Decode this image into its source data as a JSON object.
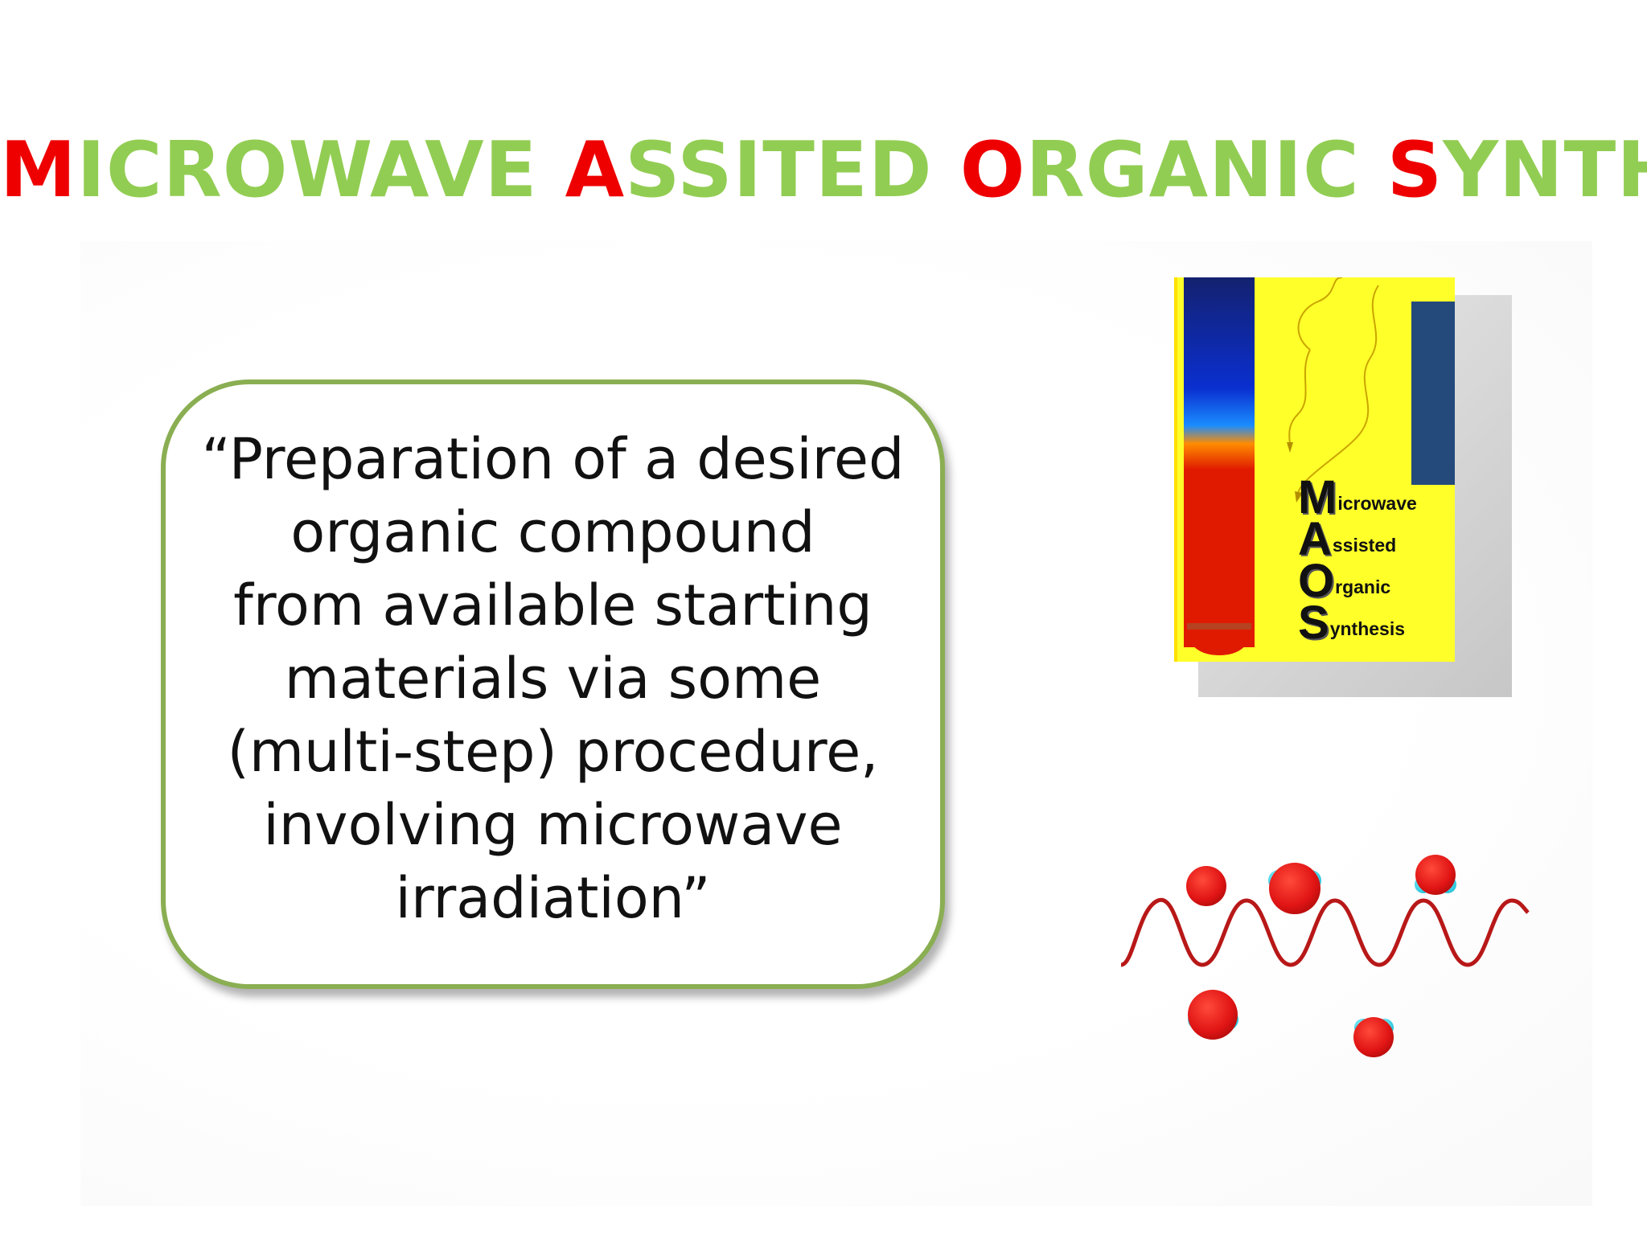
{
  "title": {
    "words": [
      {
        "cap": "M",
        "rest": "ICROWAVE"
      },
      {
        "cap": "A",
        "rest": "SSITED"
      },
      {
        "cap": "O",
        "rest": "RGANIC"
      },
      {
        "cap": "S",
        "rest": "YNTHESIS"
      }
    ],
    "cap_color": "#ee0000",
    "rest_color": "#92cd53"
  },
  "definition": {
    "lines": [
      "“Preparation of a desired",
      "organic compound",
      "from available starting",
      "materials via some",
      "(multi-step) procedure,",
      "involving microwave",
      "irradiation”"
    ],
    "border_color": "#8aae52"
  },
  "book": {
    "rows": [
      {
        "big": "M",
        "small": "icrowave"
      },
      {
        "big": "A",
        "small": "ssisted"
      },
      {
        "big": "O",
        "small": "rganic"
      },
      {
        "big": "S",
        "small": "ynthesis"
      }
    ],
    "cover_color": "#ffff2a",
    "tube_top_color": "#14216f",
    "tube_hot_color": "#e01a00",
    "bar_color": "#244a7c"
  },
  "illustration": {
    "wave_color": "#b81818",
    "molecule_color": "#e01414",
    "hydrogen_color": "#38d6e8"
  }
}
